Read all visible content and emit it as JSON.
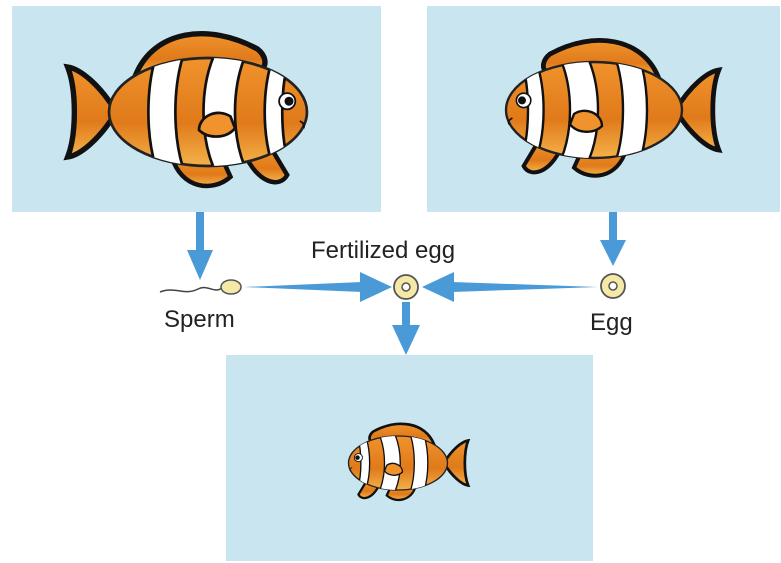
{
  "labels": {
    "fertilized_egg": "Fertilized egg",
    "sperm": "Sperm",
    "egg": "Egg"
  },
  "colors": {
    "panel_background": "#c9e6f0",
    "arrow": "#4a9ad8",
    "fish_orange": "#e07a1a",
    "fish_black": "#111111",
    "egg_yellow": "#f6e9a8"
  },
  "icons": {
    "male_fish": "clownfish-icon",
    "female_fish": "clownfish-icon",
    "offspring_fish": "clownfish-icon",
    "sperm": "sperm-icon",
    "egg": "egg-icon",
    "fertilized_egg": "egg-icon"
  }
}
